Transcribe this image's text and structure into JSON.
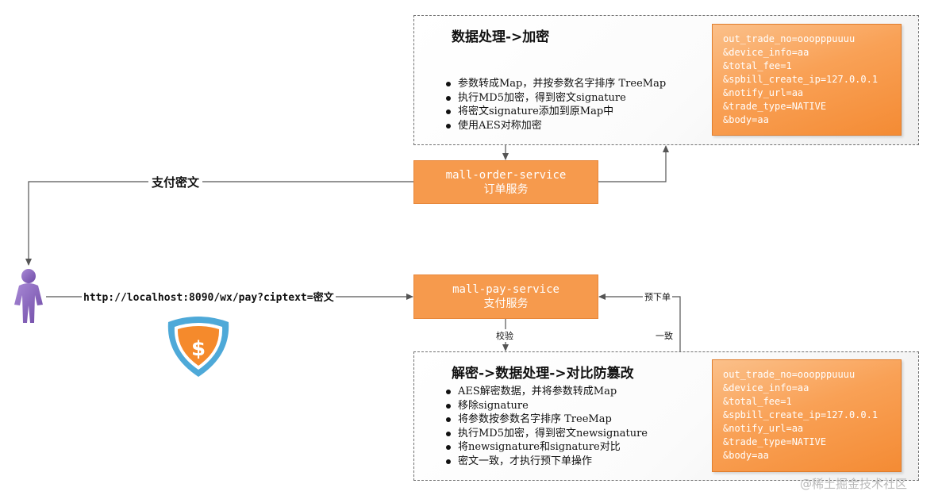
{
  "panel_top": {
    "title": "数据处理->加密",
    "bullets": [
      "参数转成Map，并按参数名字排序 TreeMap",
      "执行MD5加密，得到密文signature",
      "将密文signature添加到原Map中",
      "使用AES对称加密"
    ],
    "params": [
      "out_trade_no=ooopppuuuu",
      "&device_info=aa",
      "&total_fee=1",
      "&spbill_create_ip=127.0.0.1",
      "&notify_url=aa",
      "&trade_type=NATIVE",
      "&body=aa"
    ]
  },
  "service_order": {
    "name": "mall-order-service",
    "name_cn": "订单服务"
  },
  "service_pay": {
    "name": "mall-pay-service",
    "name_cn": "支付服务"
  },
  "edge_labels": {
    "pay_cipher": "支付密文",
    "request_url": "http://localhost:8090/wx/pay?ciptext=密文",
    "verify": "校验",
    "pre_order": "预下单",
    "match": "一致"
  },
  "panel_bottom": {
    "title": "解密->数据处理->对比防篡改",
    "bullets": [
      "AES解密数据，并将参数转成Map",
      "移除signature",
      "将参数按参数名字排序 TreeMap",
      "执行MD5加密，得到密文newsignature",
      "将newsignature和signature对比",
      "密文一致，才执行预下单操作"
    ],
    "params": [
      "out_trade_no=ooopppuuuu",
      "&device_info=aa",
      "&total_fee=1",
      "&spbill_create_ip=127.0.0.1",
      "&notify_url=aa",
      "&trade_type=NATIVE",
      "&body=aa"
    ]
  },
  "watermark": "@稀土掘金技术社区",
  "colors": {
    "service_fill": "#f69a4d",
    "param_fill": "#f9a156",
    "user_icon": "#8e6bbf",
    "shield_outer": "#4ea9d8",
    "shield_inner": "#f58a2c",
    "connector": "#555555"
  },
  "icons": {
    "user": "user-icon",
    "shield": "shield-dollar-icon"
  }
}
